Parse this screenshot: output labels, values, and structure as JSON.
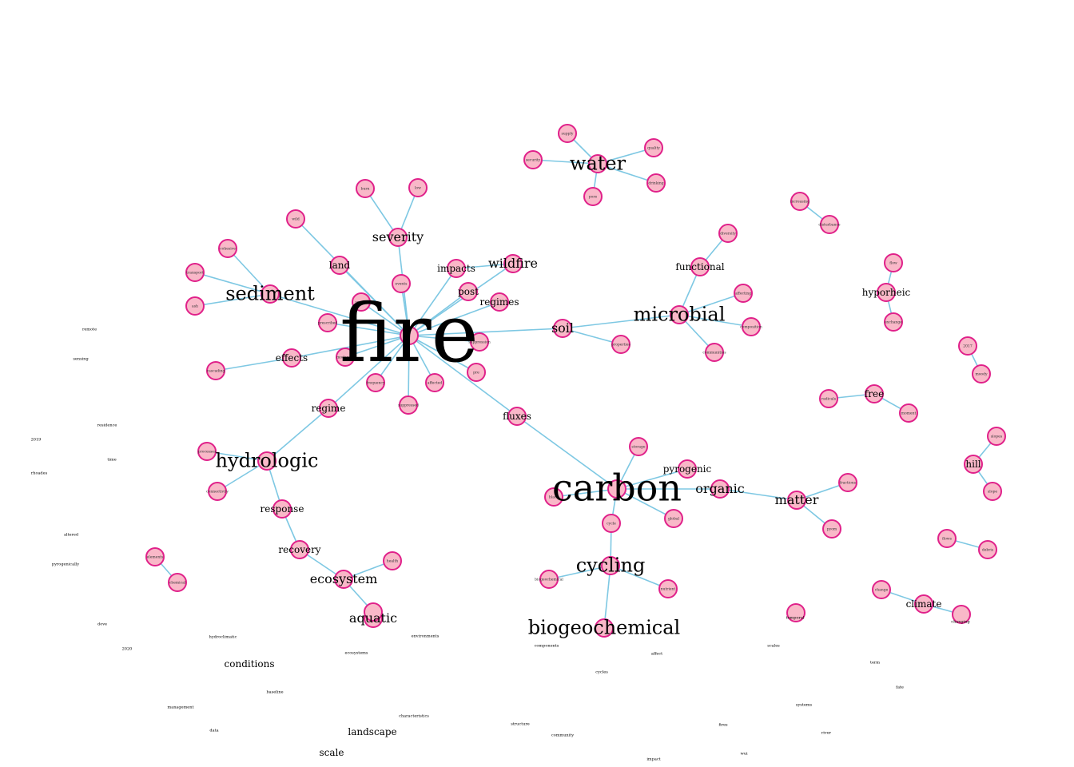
{
  "diagram": {
    "title": "",
    "colors": {
      "edge": "#7ec8e3",
      "node_fill": "#f9b8c8",
      "node_stroke": "#e0218a",
      "text": "#000000"
    },
    "nodes": [
      {
        "id": "fire",
        "label": "fire",
        "tier": "hub"
      },
      {
        "id": "carbon",
        "label": "carbon",
        "tier": "xl"
      },
      {
        "id": "water",
        "label": "water",
        "tier": "lg"
      },
      {
        "id": "microbial",
        "label": "microbial",
        "tier": "lg"
      },
      {
        "id": "sediment",
        "label": "sediment",
        "tier": "lg"
      },
      {
        "id": "hydrologic",
        "label": "hydrologic",
        "tier": "lg"
      },
      {
        "id": "cycling",
        "label": "cycling",
        "tier": "lg"
      },
      {
        "id": "biogeochemical",
        "label": "biogeochemical",
        "tier": "lg"
      },
      {
        "id": "ecosystem",
        "label": "ecosystem",
        "tier": "md"
      },
      {
        "id": "aquatic",
        "label": "aquatic",
        "tier": "md"
      },
      {
        "id": "severity",
        "label": "severity",
        "tier": "md"
      },
      {
        "id": "wildfire",
        "label": "wildfire",
        "tier": "md"
      },
      {
        "id": "soil",
        "label": "soil",
        "tier": "md"
      },
      {
        "id": "matter",
        "label": "matter",
        "tier": "md"
      },
      {
        "id": "organic",
        "label": "organic",
        "tier": "md"
      },
      {
        "id": "functional",
        "label": "functional",
        "tier": "sm"
      },
      {
        "id": "hyporheic",
        "label": "hyporheic",
        "tier": "sm"
      },
      {
        "id": "effects",
        "label": "effects",
        "tier": "sm"
      },
      {
        "id": "regime",
        "label": "regime",
        "tier": "sm"
      },
      {
        "id": "response",
        "label": "response",
        "tier": "sm"
      },
      {
        "id": "recovery",
        "label": "recovery",
        "tier": "sm"
      },
      {
        "id": "fluxes",
        "label": "fluxes",
        "tier": "sm"
      },
      {
        "id": "land",
        "label": "land",
        "tier": "sm"
      },
      {
        "id": "impacts",
        "label": "impacts",
        "tier": "sm"
      },
      {
        "id": "post",
        "label": "post",
        "tier": "sm"
      },
      {
        "id": "regimes",
        "label": "regimes",
        "tier": "sm"
      },
      {
        "id": "pyrogenic",
        "label": "pyrogenic",
        "tier": "sm"
      },
      {
        "id": "free",
        "label": "free",
        "tier": "sm"
      },
      {
        "id": "hill",
        "label": "hill",
        "tier": "sm"
      },
      {
        "id": "climate",
        "label": "climate",
        "tier": "sm"
      },
      {
        "id": "supply",
        "label": "supply",
        "tier": "xs"
      },
      {
        "id": "quality",
        "label": "quality",
        "tier": "xs"
      },
      {
        "id": "security",
        "label": "security",
        "tier": "xs"
      },
      {
        "id": "drinking",
        "label": "drinking",
        "tier": "xs"
      },
      {
        "id": "pore",
        "label": "pore",
        "tier": "xs"
      },
      {
        "id": "burn",
        "label": "burn",
        "tier": "xs"
      },
      {
        "id": "low",
        "label": "low",
        "tier": "xs"
      },
      {
        "id": "wild",
        "label": "wild",
        "tier": "xs"
      },
      {
        "id": "cohesive",
        "label": "cohesive",
        "tier": "xs"
      },
      {
        "id": "transport",
        "label": "transport",
        "tier": "xs"
      },
      {
        "id": "ash",
        "label": "ash",
        "tier": "xs"
      },
      {
        "id": "events",
        "label": "events",
        "tier": "xs"
      },
      {
        "id": "prescribed",
        "label": "prescribed",
        "tier": "xs"
      },
      {
        "id": "severe",
        "label": "severe",
        "tier": "xs"
      },
      {
        "id": "moderate",
        "label": "moderate",
        "tier": "xs"
      },
      {
        "id": "cascading",
        "label": "cascading",
        "tier": "xs"
      },
      {
        "id": "frequency",
        "label": "frequency",
        "tier": "xs"
      },
      {
        "id": "affected",
        "label": "affected",
        "tier": "xs"
      },
      {
        "id": "suppressed",
        "label": "suppressed",
        "tier": "xs"
      },
      {
        "id": "suppression",
        "label": "suppression",
        "tier": "xs"
      },
      {
        "id": "pre",
        "label": "pre",
        "tier": "xs"
      },
      {
        "id": "properties",
        "label": "properties",
        "tier": "xs"
      },
      {
        "id": "diversity",
        "label": "diversity",
        "tier": "xs"
      },
      {
        "id": "affecting",
        "label": "affecting",
        "tier": "xs"
      },
      {
        "id": "composition",
        "label": "composition",
        "tier": "xs"
      },
      {
        "id": "communities",
        "label": "communities",
        "tier": "xs"
      },
      {
        "id": "increasing",
        "label": "increasing",
        "tier": "xs"
      },
      {
        "id": "disturbance",
        "label": "disturbance",
        "tier": "xs"
      },
      {
        "id": "flow",
        "label": "flow",
        "tier": "xs"
      },
      {
        "id": "exchange",
        "label": "exchange",
        "tier": "xs"
      },
      {
        "id": "y2017",
        "label": "2017",
        "tier": "xs"
      },
      {
        "id": "moody",
        "label": "moody",
        "tier": "xs"
      },
      {
        "id": "radicals",
        "label": "radicals",
        "tier": "xs"
      },
      {
        "id": "moment",
        "label": "moment",
        "tier": "xs"
      },
      {
        "id": "slopes",
        "label": "slopes",
        "tier": "xs"
      },
      {
        "id": "slope",
        "label": "slope",
        "tier": "xs"
      },
      {
        "id": "storage",
        "label": "storage",
        "tier": "xs"
      },
      {
        "id": "black",
        "label": "black",
        "tier": "xs"
      },
      {
        "id": "cycle",
        "label": "cycle",
        "tier": "xs"
      },
      {
        "id": "global",
        "label": "global",
        "tier": "xs"
      },
      {
        "id": "fractions",
        "label": "fractions",
        "tier": "xs"
      },
      {
        "id": "pyom",
        "label": "pyom",
        "tier": "xs"
      },
      {
        "id": "flows",
        "label": "flows",
        "tier": "xs"
      },
      {
        "id": "debris",
        "label": "debris",
        "tier": "xs"
      },
      {
        "id": "change",
        "label": "change",
        "tier": "xs"
      },
      {
        "id": "clim2",
        "label": "",
        "tier": "xs"
      },
      {
        "id": "processes",
        "label": "processes",
        "tier": "xs"
      },
      {
        "id": "connectivity",
        "label": "connectivity",
        "tier": "xs"
      },
      {
        "id": "elements",
        "label": "elements",
        "tier": "xs"
      },
      {
        "id": "chemical",
        "label": "chemical",
        "tier": "xs"
      },
      {
        "id": "health",
        "label": "health",
        "tier": "xs"
      },
      {
        "id": "aq_node",
        "label": "",
        "tier": "xs"
      },
      {
        "id": "bio_node",
        "label": "biogeochemical",
        "tier": "xs"
      },
      {
        "id": "nutrient",
        "label": "nutrient",
        "tier": "xs"
      },
      {
        "id": "temp_node",
        "label": "",
        "tier": "xs"
      }
    ],
    "edges": [
      [
        "fire",
        "severity"
      ],
      [
        "fire",
        "land"
      ],
      [
        "fire",
        "sediment"
      ],
      [
        "fire",
        "effects"
      ],
      [
        "fire",
        "regime"
      ],
      [
        "fire",
        "soil"
      ],
      [
        "fire",
        "fluxes"
      ],
      [
        "fire",
        "impacts"
      ],
      [
        "fire",
        "post"
      ],
      [
        "fire",
        "regimes"
      ],
      [
        "fire",
        "wildfire"
      ],
      [
        "fire",
        "events"
      ],
      [
        "fire",
        "prescribed"
      ],
      [
        "fire",
        "severe"
      ],
      [
        "fire",
        "moderate"
      ],
      [
        "fire",
        "frequency"
      ],
      [
        "fire",
        "affected"
      ],
      [
        "fire",
        "suppressed"
      ],
      [
        "fire",
        "suppression"
      ],
      [
        "fire",
        "pre"
      ],
      [
        "fire",
        "wild"
      ],
      [
        "severity",
        "burn"
      ],
      [
        "severity",
        "low"
      ],
      [
        "impacts",
        "wildfire"
      ],
      [
        "sediment",
        "cohesive"
      ],
      [
        "sediment",
        "transport"
      ],
      [
        "sediment",
        "ash"
      ],
      [
        "effects",
        "cascading"
      ],
      [
        "regime",
        "hydrologic"
      ],
      [
        "hydrologic",
        "processes"
      ],
      [
        "hydrologic",
        "connectivity"
      ],
      [
        "hydrologic",
        "response"
      ],
      [
        "response",
        "recovery"
      ],
      [
        "recovery",
        "ecosystem"
      ],
      [
        "ecosystem",
        "health"
      ],
      [
        "ecosystem",
        "aq_node"
      ],
      [
        "elements",
        "chemical"
      ],
      [
        "soil",
        "microbial"
      ],
      [
        "soil",
        "properties"
      ],
      [
        "microbial",
        "functional"
      ],
      [
        "functional",
        "diversity"
      ],
      [
        "microbial",
        "affecting"
      ],
      [
        "microbial",
        "composition"
      ],
      [
        "microbial",
        "communities"
      ],
      [
        "water",
        "supply"
      ],
      [
        "water",
        "quality"
      ],
      [
        "water",
        "security"
      ],
      [
        "water",
        "drinking"
      ],
      [
        "water",
        "pore"
      ],
      [
        "increasing",
        "disturbance"
      ],
      [
        "hyporheic",
        "flow"
      ],
      [
        "hyporheic",
        "exchange"
      ],
      [
        "y2017",
        "moody"
      ],
      [
        "free",
        "radicals"
      ],
      [
        "free",
        "moment"
      ],
      [
        "hill",
        "slopes"
      ],
      [
        "hill",
        "slope"
      ],
      [
        "fluxes",
        "carbon"
      ],
      [
        "carbon",
        "storage"
      ],
      [
        "carbon",
        "black"
      ],
      [
        "carbon",
        "cycle"
      ],
      [
        "carbon",
        "global"
      ],
      [
        "carbon",
        "pyrogenic"
      ],
      [
        "carbon",
        "organic"
      ],
      [
        "organic",
        "matter"
      ],
      [
        "matter",
        "fractions"
      ],
      [
        "matter",
        "pyom"
      ],
      [
        "cycle",
        "cycling"
      ],
      [
        "cycling",
        "bio_node"
      ],
      [
        "cycling",
        "nutrient"
      ],
      [
        "cycling",
        "biogeochemical"
      ],
      [
        "flows",
        "debris"
      ],
      [
        "change",
        "climate"
      ],
      [
        "climate",
        "clim2"
      ]
    ],
    "isolated_terms": [
      {
        "id": "remote",
        "label": "remote"
      },
      {
        "id": "sensing",
        "label": "sensing"
      },
      {
        "id": "residence",
        "label": "residence"
      },
      {
        "id": "y2019",
        "label": "2019"
      },
      {
        "id": "time",
        "label": "time"
      },
      {
        "id": "rhoades",
        "label": "rhoades"
      },
      {
        "id": "altered",
        "label": "altered"
      },
      {
        "id": "pyrogenically",
        "label": "pyrogenically"
      },
      {
        "id": "dove",
        "label": "dove"
      },
      {
        "id": "y2020",
        "label": "2020"
      },
      {
        "id": "hydroclimatic",
        "label": "hydroclimatic"
      },
      {
        "id": "conditions",
        "label": "conditions",
        "tier": "md"
      },
      {
        "id": "baseline",
        "label": "baseline"
      },
      {
        "id": "management",
        "label": "management"
      },
      {
        "id": "data",
        "label": "data"
      },
      {
        "id": "landscape",
        "label": "landscape",
        "tier": "md"
      },
      {
        "id": "scale",
        "label": "scale",
        "tier": "md"
      },
      {
        "id": "ecosystems",
        "label": "ecosystems"
      },
      {
        "id": "environments",
        "label": "environments"
      },
      {
        "id": "characteristics",
        "label": "characteristics"
      },
      {
        "id": "components",
        "label": "components"
      },
      {
        "id": "structure",
        "label": "structure"
      },
      {
        "id": "community",
        "label": "community"
      },
      {
        "id": "cycles",
        "label": "cycles"
      },
      {
        "id": "affect",
        "label": "affect"
      },
      {
        "id": "impact",
        "label": "impact"
      },
      {
        "id": "temporal",
        "label": "temporal"
      },
      {
        "id": "scales",
        "label": "scales"
      },
      {
        "id": "fires",
        "label": "fires"
      },
      {
        "id": "wui",
        "label": "wui"
      },
      {
        "id": "systems",
        "label": "systems"
      },
      {
        "id": "river",
        "label": "river"
      },
      {
        "id": "term",
        "label": "term"
      },
      {
        "id": "fate",
        "label": "fate"
      },
      {
        "id": "changing",
        "label": "changing"
      }
    ]
  }
}
